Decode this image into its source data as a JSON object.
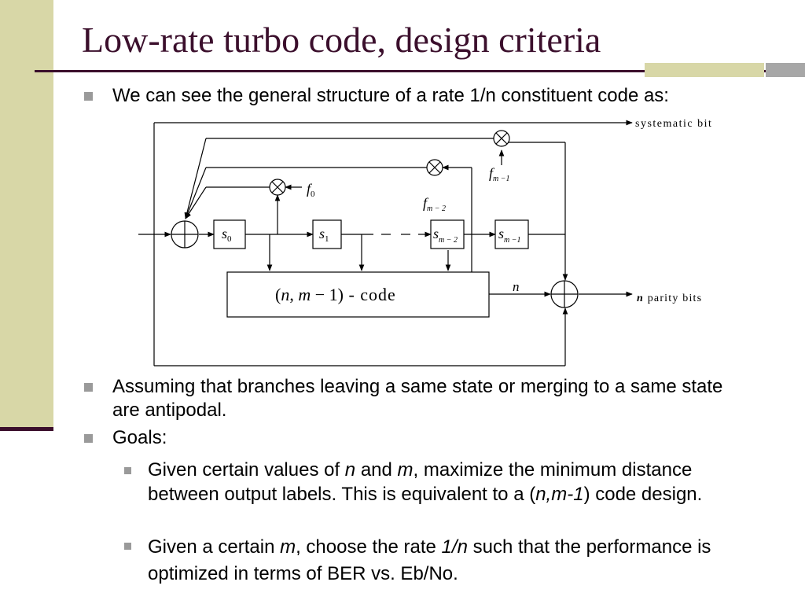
{
  "title": "Low-rate turbo code, design criteria",
  "bullets": {
    "b1": "We can see the general structure of a rate 1/n constituent code as:",
    "b2": " Assuming that branches leaving a same state or merging to a same state are antipodal.",
    "b3": "Goals:"
  },
  "sub_bullets": {
    "s1": {
      "pre": "Given certain values of ",
      "n": "n",
      "and": " and ",
      "m": "m",
      "mid": ", maximize the minimum distance between output labels. This is equivalent to a (",
      "nm1": "n,m-1",
      "post": ") code design."
    },
    "s2": {
      "pre": "Given a certain ",
      "m": "m",
      "mid": ", choose the rate ",
      "rate": "1/n",
      "post": " such that the performance is optimized in terms of BER vs. Eb/No."
    }
  },
  "diagram": {
    "systematic_label": "systematic bit",
    "parity_n": "n",
    "parity_label": " parity bits",
    "code_box": {
      "open": "(",
      "n": "n",
      "comma": ", ",
      "m": "m",
      "minus1": " − 1",
      "close": ")",
      "suffix": "  - code"
    },
    "n_label": "n",
    "states": [
      {
        "base": "s",
        "sub": "0"
      },
      {
        "base": "s",
        "sub": "1"
      },
      {
        "base": "s",
        "sub": "m − 2"
      },
      {
        "base": "s",
        "sub": "m −1"
      }
    ],
    "f_labels": [
      {
        "base": "f",
        "sub": "0"
      },
      {
        "base": "f",
        "sub": "m − 2"
      },
      {
        "base": "f",
        "sub": "m −1"
      }
    ]
  }
}
